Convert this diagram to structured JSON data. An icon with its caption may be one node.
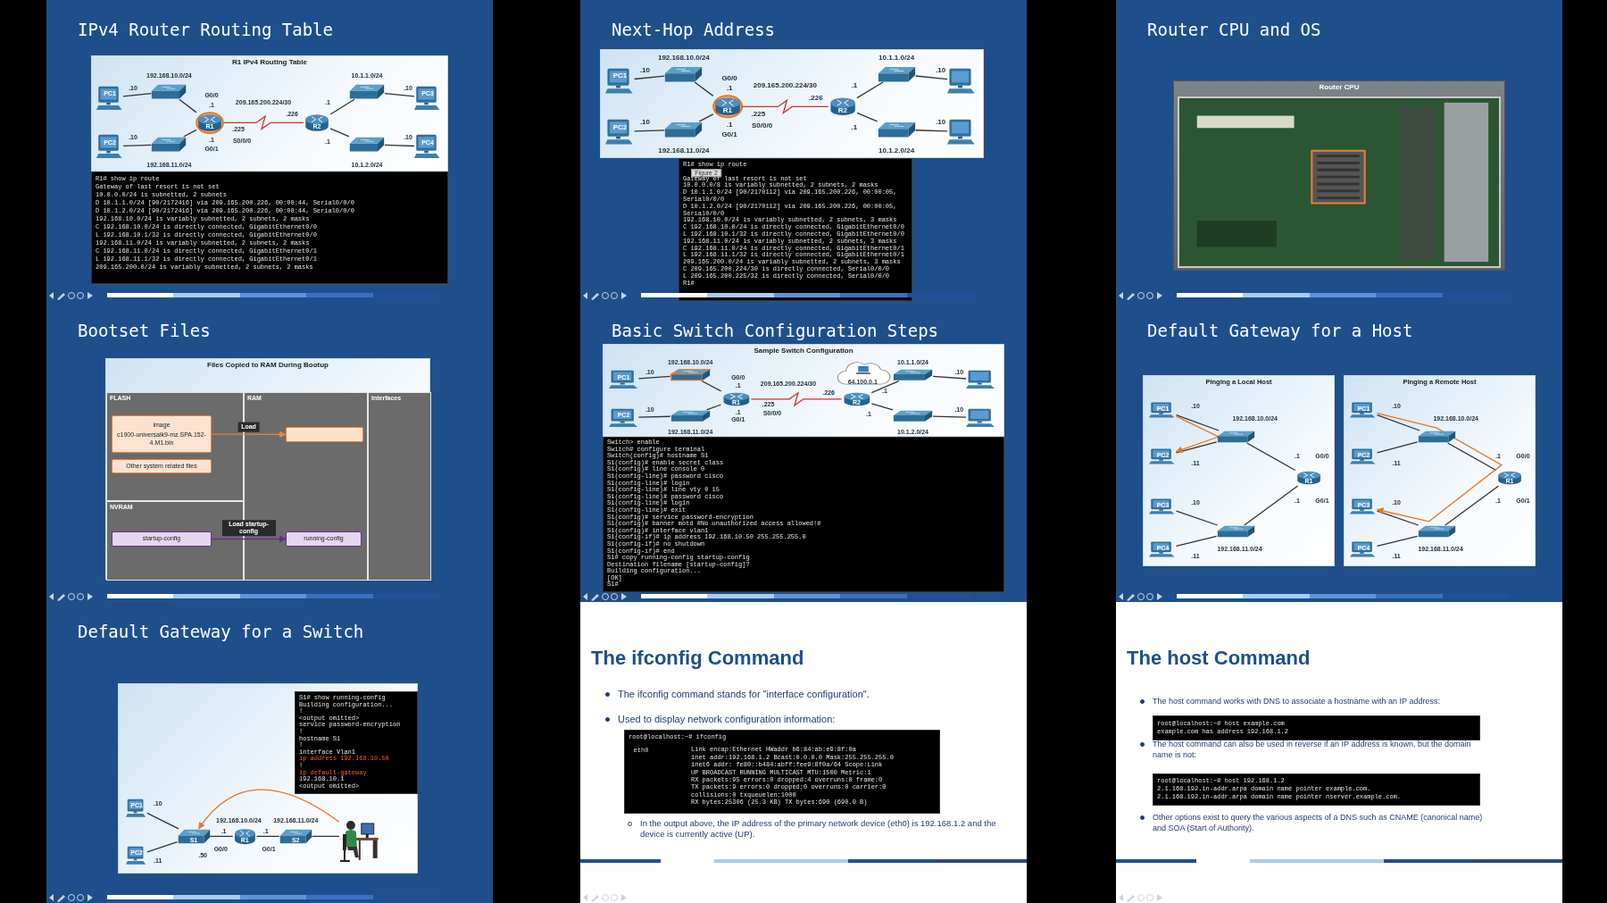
{
  "diagram": {
    "nodes": [
      {
        "text": [
          "IPv4 Router Routing Table"
        ]
      },
      {
        "text": [
          "R1 IPv4 Routing Table"
        ],
        "in": 0
      },
      {
        "text": [
          "PC1"
        ],
        "in": 1
      },
      {
        "text": [
          "PC2"
        ],
        "in": 1
      },
      {
        "text": [],
        "shape": "picture",
        "in": 1
      },
      {
        "text": [],
        "shape": "picture",
        "in": 1
      },
      {
        "text": [
          "R1"
        ],
        "in": 1
      },
      {
        "text": [
          "R2"
        ],
        "in": 1
      },
      {
        "text": [],
        "shape": "picture",
        "in": 1
      },
      {
        "text": [],
        "shape": "picture",
        "in": 1
      },
      {
        "text": [
          "PC3"
        ],
        "in": 1
      },
      {
        "text": [
          "PC4"
        ],
        "in": 1
      },
      {
        "text": [
          "R1# show ip route",
          "Gateway of last resort is not set",
          "10.0.0.0/24 is subnetted, 2 subnets",
          "D 10.1.1.0/24 [90/2172416] via 209.165.200.226, 00:00:44, Serial0/0/0",
          "D 10.1.2.0/24 [90/2172416] via 209.165.200.226, 00:00:44, Serial0/0/0",
          "192.168.10.0/24 is variably subnetted, 2 subnets, 2 masks",
          "C 192.168.10.0/24 is directly connected, GigabitEthernet0/0",
          "L 192.168.10.1/32 is directly connected, GigabitEthernet0/0",
          "192.168.11.0/24 is variably subnetted, 2 subnets, 2 masks",
          "C 192.168.11.0/24 is directly connected, GigabitEthernet0/1",
          "L 192.168.11.1/32 is directly connected, GigabitEthernet0/1",
          "209.165.200.0/24 is variably subnetted, 2 subnets, 2 masks"
        ],
        "in": 0
      },
      {
        "text": [
          "Next-Hop Address"
        ]
      },
      {
        "text": [],
        "shape": "box",
        "in": 13
      },
      {
        "text": [
          "PC1"
        ],
        "in": 14
      },
      {
        "text": [
          "PC2"
        ],
        "in": 14
      },
      {
        "text": [],
        "shape": "picture",
        "in": 14
      },
      {
        "text": [],
        "shape": "picture",
        "in": 14
      },
      {
        "text": [
          "R1"
        ],
        "in": 14
      },
      {
        "text": [
          "R2"
        ],
        "in": 14
      },
      {
        "text": [],
        "shape": "picture",
        "in": 14
      },
      {
        "text": [],
        "shape": "picture",
        "in": 14
      },
      {
        "text": [],
        "shape": "picture",
        "in": 14
      },
      {
        "text": [],
        "shape": "picture",
        "in": 14
      },
      {
        "text": [
          "R1# show ip route",
          "Gateway of last resort is not set",
          "10.0.0.0/8 is variably subnetted, 2 subnets, 2 masks",
          "D 10.1.1.0/24 [90/2170112] via 209.165.200.226, 00:00:05,",
          "Serial0/0/0",
          "D 10.1.2.0/24 [90/2170112] via 209.165.200.226, 00:00:05,",
          "Serial0/0/0",
          "192.168.10.0/24 is variably subnetted, 2 subnets, 3 masks",
          "C 192.168.10.0/24 is directly connected, GigabitEthernet0/0",
          "L 192.168.10.1/32 is directly connected, GigabitEthernet0/0",
          "192.168.11.0/24 is variably subnetted, 2 subnets, 3 masks",
          "C 192.168.11.0/24 is directly connected, GigabitEthernet0/1",
          "L 192.168.11.1/32 is directly connected, GigabitEthernet0/1",
          "209.165.200.0/24 is variably subnetted, 2 subnets, 3 masks",
          "C 209.165.200.224/30 is directly connected, Serial0/0/0",
          "L 209.165.200.225/32 is directly connected, Serial0/0/0",
          "R1#"
        ],
        "in": 13
      },
      {
        "text": [
          "Router CPU and OS"
        ]
      },
      {
        "text": [
          "Router CPU"
        ],
        "in": 26
      },
      {
        "text": [],
        "shape": "picture",
        "in": 27
      },
      {
        "text": [
          "Bootset Files"
        ]
      },
      {
        "text": [
          "Files Copied to RAM During Bootup"
        ],
        "in": 29
      },
      {
        "text": [
          "FLASH"
        ],
        "in": 30
      },
      {
        "text": [
          "RAM"
        ],
        "in": 30
      },
      {
        "text": [
          "Interfaces"
        ],
        "in": 30
      },
      {
        "text": [
          "NVRAM"
        ],
        "in": 30
      },
      {
        "text": [
          "image",
          "c1900-universalk9-mz.SPA.152-4.M1.bin"
        ],
        "in": 31
      },
      {
        "text": [
          "Other system related files"
        ],
        "in": 31
      },
      {
        "text": [],
        "shape": "box",
        "in": 32
      },
      {
        "text": [
          "startup-config"
        ],
        "in": 34
      },
      {
        "text": [
          "running-config"
        ],
        "in": 32
      },
      {
        "text": [
          "Basic Switch Configuration Steps"
        ]
      },
      {
        "text": [
          "Sample Switch Configuration"
        ],
        "in": 40
      },
      {
        "text": [
          "PC1"
        ],
        "in": 41
      },
      {
        "text": [
          "PC2"
        ],
        "in": 41
      },
      {
        "text": [],
        "shape": "picture",
        "in": 41
      },
      {
        "text": [],
        "shape": "picture",
        "in": 41
      },
      {
        "text": [
          "R1"
        ],
        "in": 41
      },
      {
        "text": [
          "R2"
        ],
        "in": 41
      },
      {
        "text": [],
        "shape": "picture",
        "in": 41
      },
      {
        "text": [],
        "shape": "picture",
        "in": 41
      },
      {
        "text": [],
        "shape": "picture",
        "in": 41
      },
      {
        "text": [],
        "shape": "picture",
        "in": 41
      },
      {
        "text": [
          "64.100.0.1"
        ],
        "in": 41
      },
      {
        "text": [
          "Switch> enable",
          "Switch# configure terminal",
          "Switch(config)# hostname S1",
          "S1(config)# enable secret class",
          "S1(config)# line console 0",
          "S1(config-line)# password cisco",
          "S1(config-line)# login",
          "S1(config-line)# line vty 0 15",
          "S1(config-line)# password cisco",
          "S1(config-line)# login",
          "S1(config-line)# exit",
          "S1(config)# service password-encryption",
          "S1(config)# banner motd #No unauthorized access allowed!#",
          "S1(config)# interface vlan1",
          "S1(config-if)# ip address 192.168.10.50 255.255.255.0",
          "S1(config-if)# no shutdown",
          "S1(config-if)# end",
          "S1# copy running-config startup-config",
          "Destination filename [startup-config]?",
          "Building configuration...",
          "[OK]",
          "S1#"
        ],
        "in": 40
      },
      {
        "text": [
          "Default Gateway for a Host"
        ]
      },
      {
        "text": [
          "Pinging a Local Host"
        ],
        "in": 54
      },
      {
        "text": [
          "PC1"
        ],
        "in": 55
      },
      {
        "text": [
          "PC2"
        ],
        "in": 55
      },
      {
        "text": [
          "PC3"
        ],
        "in": 55
      },
      {
        "text": [
          "PC4"
        ],
        "in": 55
      },
      {
        "text": [],
        "shape": "picture",
        "in": 55
      },
      {
        "text": [],
        "shape": "picture",
        "in": 55
      },
      {
        "text": [
          "R1"
        ],
        "in": 55
      },
      {
        "text": [
          "Pinging a Remote Host"
        ],
        "in": 54
      },
      {
        "text": [
          "PC1"
        ],
        "in": 63
      },
      {
        "text": [
          "PC2"
        ],
        "in": 63
      },
      {
        "text": [
          "PC3"
        ],
        "in": 63
      },
      {
        "text": [
          "PC4"
        ],
        "in": 63
      },
      {
        "text": [],
        "shape": "picture",
        "in": 63
      },
      {
        "text": [],
        "shape": "picture",
        "in": 63
      },
      {
        "text": [
          "R1"
        ],
        "in": 63
      },
      {
        "text": [
          "Default Gateway for a Switch"
        ]
      },
      {
        "text": [],
        "shape": "box",
        "in": 71
      },
      {
        "text": [
          "PC1"
        ],
        "in": 72
      },
      {
        "text": [
          "PC2"
        ],
        "in": 72
      },
      {
        "text": [
          "S1"
        ],
        "in": 72
      },
      {
        "text": [
          "R1"
        ],
        "in": 72
      },
      {
        "text": [
          "S2"
        ],
        "in": 72
      },
      {
        "text": [],
        "shape": "person",
        "in": 72
      },
      {
        "text": [
          "S1# show running-config",
          "Building configuration...",
          "!",
          "<output omitted>",
          "service password-encryption",
          "!",
          "hostname S1",
          "!",
          "interface Vlan1",
          "ip address 192.168.10.50",
          "!",
          "ip default-gateway",
          "192.168.10.1",
          "<output omitted>"
        ],
        "in": 72
      },
      {
        "text": [
          "The ifconfig Command",
          "The ifconfig command stands for \"interface configuration\".",
          "Used to display network configuration information:",
          "In the output above, the IP address of the primary network device (eth0) is 192.168.1.2 and the device is currently active (UP)."
        ]
      },
      {
        "text": [
          "root@localhost:~# ifconfig",
          "Link encap:Ethernet HWaddr b6:84:ab:e9:8f:0a",
          "inet addr:192.168.1.2 Bcast:0.0.0.0 Mask:255.255.255.0",
          "inet6 addr: fe80::b484:abff:fee9:8f0a/64 Scope:Link",
          "UP BROADCAST RUNNING MULTICAST MTU:1500 Metric:1",
          "RX packets:95 errors:0 dropped:4 overruns:0 frame:0",
          "TX packets:9 errors:0 dropped:0 overruns:0 carrier:0",
          "collisions:0 txqueuelen:1000",
          "RX bytes:25306 (25.3 KB) TX bytes:690 (690.0 B)"
        ],
        "in": 80
      },
      {
        "text": [
          "The host Command",
          "The host command works with DNS to associate a hostname with an IP address:",
          "The host command can also be used in reverse if an IP address is known, but the domain name is not:",
          "Other options exist to query the various aspects of a DNS such as CNAME (canonical name) and SOA (Start of Authority)."
        ]
      },
      {
        "text": [
          "root@localhost:~# host example.com",
          "example.com has address 192.168.1.2"
        ],
        "in": 82
      },
      {
        "text": [
          "root@localhost:~# host 192.168.1.2",
          "2.1.168.192.in-addr.arpa domain name pointer example.com.",
          "2.1.168.192.in-addr.arpa domain name pointer nserver.example.com."
        ],
        "in": 82
      }
    ],
    "edges": [
      {
        "from": 2,
        "to": 4,
        "arrow": "none"
      },
      {
        "from": 3,
        "to": 5,
        "arrow": "none"
      },
      {
        "from": 4,
        "to": 6,
        "arrow": "none"
      },
      {
        "from": 5,
        "to": 6,
        "arrow": "none"
      },
      {
        "from": 6,
        "to": 7,
        "arrow": "none",
        "color": "#d0312d"
      },
      {
        "from": 7,
        "to": 8,
        "arrow": "none"
      },
      {
        "from": 7,
        "to": 9,
        "arrow": "none"
      },
      {
        "from": 8,
        "to": 10,
        "arrow": "none"
      },
      {
        "from": 9,
        "to": 11,
        "arrow": "none"
      },
      {
        "from": 15,
        "to": 17,
        "arrow": "none"
      },
      {
        "from": 16,
        "to": 18,
        "arrow": "none"
      },
      {
        "from": 17,
        "to": 19,
        "arrow": "none"
      },
      {
        "from": 18,
        "to": 19,
        "arrow": "none"
      },
      {
        "from": 19,
        "to": 20,
        "arrow": "none",
        "color": "#d0312d"
      },
      {
        "from": 20,
        "to": 21,
        "arrow": "none"
      },
      {
        "from": 20,
        "to": 22,
        "arrow": "none"
      },
      {
        "from": 21,
        "to": 23,
        "arrow": "none"
      },
      {
        "from": 22,
        "to": 24,
        "arrow": "none"
      },
      {
        "from": 35,
        "to": 37,
        "arrow": "to",
        "label": "Load",
        "color": "#e8823a"
      },
      {
        "from": 38,
        "to": 39,
        "arrow": "to",
        "label": "Load startup-config",
        "color": "#6b2c91"
      },
      {
        "from": 42,
        "to": 44,
        "arrow": "none"
      },
      {
        "from": 43,
        "to": 45,
        "arrow": "none"
      },
      {
        "from": 44,
        "to": 46,
        "arrow": "none"
      },
      {
        "from": 45,
        "to": 46,
        "arrow": "none"
      },
      {
        "from": 46,
        "to": 47,
        "arrow": "none",
        "color": "#d0312d"
      },
      {
        "from": 47,
        "to": 48,
        "arrow": "none"
      },
      {
        "from": 47,
        "to": 49,
        "arrow": "none"
      },
      {
        "from": 48,
        "to": 50,
        "arrow": "none"
      },
      {
        "from": 49,
        "to": 51,
        "arrow": "none"
      },
      {
        "from": 56,
        "to": 60,
        "arrow": "none"
      },
      {
        "from": 57,
        "to": 60,
        "arrow": "none"
      },
      {
        "from": 60,
        "to": 62,
        "arrow": "none"
      },
      {
        "from": 62,
        "to": 61,
        "arrow": "none"
      },
      {
        "from": 61,
        "to": 58,
        "arrow": "none"
      },
      {
        "from": 61,
        "to": 59,
        "arrow": "none"
      },
      {
        "from": 56,
        "to": 57,
        "arrow": "to",
        "color": "#e87722"
      },
      {
        "from": 64,
        "to": 68,
        "arrow": "none"
      },
      {
        "from": 65,
        "to": 68,
        "arrow": "none"
      },
      {
        "from": 68,
        "to": 70,
        "arrow": "none"
      },
      {
        "from": 70,
        "to": 69,
        "arrow": "none"
      },
      {
        "from": 69,
        "to": 66,
        "arrow": "none"
      },
      {
        "from": 69,
        "to": 67,
        "arrow": "none"
      },
      {
        "from": 64,
        "to": 66,
        "arrow": "to",
        "color": "#e87722"
      },
      {
        "from": 73,
        "to": 75,
        "arrow": "none"
      },
      {
        "from": 74,
        "to": 75,
        "arrow": "none"
      },
      {
        "from": 75,
        "to": 76,
        "arrow": "none"
      },
      {
        "from": 76,
        "to": 77,
        "arrow": "none"
      },
      {
        "from": 77,
        "to": 78,
        "arrow": "none"
      },
      {
        "from": 78,
        "to": 75,
        "arrow": "to",
        "color": "#e87722"
      }
    ],
    "labels": [
      "192.168.10.0/24",
      ".10",
      "G0/0",
      ".1",
      ".10",
      ".1",
      "G0/1",
      "192.168.11.0/24",
      "209.165.200.224/30",
      ".225",
      "S0/0/0",
      ".226",
      "10.1.1.0/24",
      ".1",
      ".10",
      ".1",
      ".10",
      "10.1.2.0/24",
      "192.168.10.0/24",
      ".10",
      "G0/0",
      ".1",
      ".10",
      ".1",
      "G0/1",
      "192.168.11.0/24",
      "209.165.200.224/30",
      ".225",
      "S0/0/0",
      ".226",
      "10.1.1.0/24",
      ".1",
      ".10",
      ".1",
      ".10",
      "10.1.2.0/24",
      "Figure 2",
      "192.168.10.0/24",
      ".10",
      "G0/0",
      ".1",
      ".10",
      ".1",
      "G0/1",
      "192.168.11.0/24",
      "209.165.200.224/30",
      ".225",
      "S0/0/0",
      ".226",
      "10.1.1.0/24",
      ".1",
      ".10",
      ".1",
      ".10",
      "10.1.2.0/24",
      ".10",
      ".11",
      ".10",
      ".11",
      "192.168.10.0/24",
      "192.168.11.0/24",
      ".1",
      "G0/0",
      ".1",
      "G0/1",
      ".10",
      ".11",
      ".10",
      ".11",
      "192.168.10.0/24",
      "192.168.11.0/24",
      ".1",
      "G0/0",
      ".1",
      "G0/1",
      ".10",
      ".11",
      "192.168.10.0/24",
      "192.168.11.0/24",
      ".50",
      ".1",
      "G0/0",
      ".1",
      "G0/1",
      "eth0"
    ]
  }
}
